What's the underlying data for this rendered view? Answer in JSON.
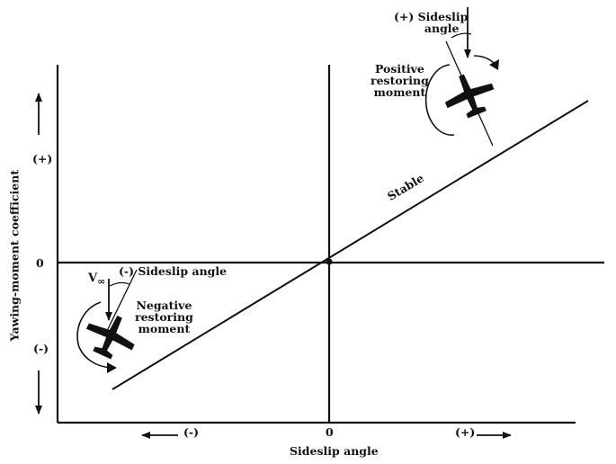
{
  "axes": {
    "x_label": "Sideslip angle",
    "y_label": "Yawing-moment coefficient",
    "x_plus": "(+)",
    "x_minus": "(-)",
    "x_zero": "0",
    "y_plus": "(+)",
    "y_minus": "(-)",
    "y_zero": "0"
  },
  "curve_label": "Stable",
  "top_right": {
    "sideslip_line1": "(+) Sideslip",
    "sideslip_line2": "angle",
    "moment_line1": "Positive",
    "moment_line2": "restoring",
    "moment_line3": "moment"
  },
  "bottom_left": {
    "velocity": "V",
    "velocity_sub": "∞",
    "sideslip": "(-) Sideslip angle",
    "moment_line1": "Negative",
    "moment_line2": "restoring",
    "moment_line3": "moment"
  }
}
